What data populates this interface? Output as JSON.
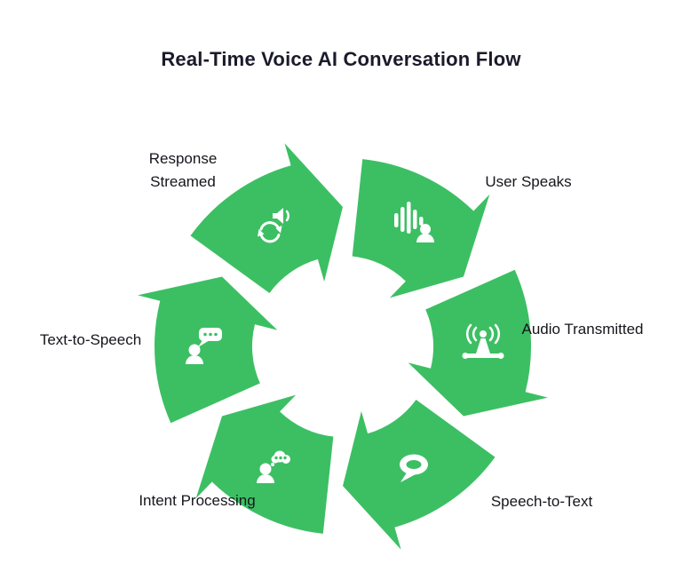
{
  "title": "Real-Time Voice AI Conversation Flow",
  "colors": {
    "ring_green": "#3cbf63",
    "icon_white": "#ffffff",
    "title_text": "#1a1a2b",
    "label_text": "#15151c",
    "background": "#ffffff"
  },
  "flow": {
    "direction": "clockwise",
    "segment_count": 6
  },
  "steps": [
    {
      "label": "User Speaks",
      "icon": "user-speaks-icon"
    },
    {
      "label": "Audio Transmitted",
      "icon": "audio-transmitted-icon"
    },
    {
      "label": "Speech-to-Text",
      "icon": "speech-to-text-icon"
    },
    {
      "label": "Intent Processing",
      "icon": "intent-processing-icon"
    },
    {
      "label": "Text-to-Speech",
      "icon": "text-to-speech-icon"
    },
    {
      "label": "Response Streamed",
      "icon": "response-streamed-icon"
    }
  ]
}
